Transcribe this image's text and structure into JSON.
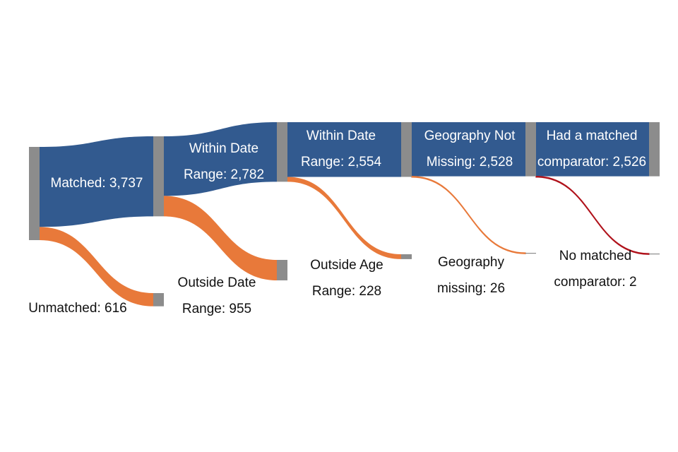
{
  "chart_data": {
    "type": "sankey",
    "title": "",
    "colors": {
      "node": "#8c8c8c",
      "retained_flow": "#325a8f",
      "excluded_flow": "#e8793a",
      "final_excluded_flow": "#b0121b"
    },
    "nodes": [
      {
        "id": "start",
        "label": "",
        "value": 4353
      },
      {
        "id": "matched",
        "label": "Matched: 3,737",
        "value": 3737
      },
      {
        "id": "unmatched",
        "label": "Unmatched: 616",
        "value": 616
      },
      {
        "id": "within_date",
        "label_lines": [
          "Within Date",
          "Range: 2,782"
        ],
        "value": 2782
      },
      {
        "id": "outside_date",
        "label_lines": [
          "Outside Date",
          "Range: 955"
        ],
        "value": 955
      },
      {
        "id": "within_age",
        "label_lines": [
          "Within Date",
          "Range: 2,554"
        ],
        "value": 2554
      },
      {
        "id": "outside_age",
        "label_lines": [
          "Outside Age",
          "Range: 228"
        ],
        "value": 228
      },
      {
        "id": "geo_not_missing",
        "label_lines": [
          "Geography Not",
          "Missing: 2,528"
        ],
        "value": 2528
      },
      {
        "id": "geo_missing",
        "label_lines": [
          "Geography",
          "missing: 26"
        ],
        "value": 26
      },
      {
        "id": "had_comparator",
        "label_lines": [
          "Had a matched",
          "comparator: 2,526"
        ],
        "value": 2526
      },
      {
        "id": "no_comparator",
        "label_lines": [
          "No matched",
          "comparator: 2"
        ],
        "value": 2
      }
    ],
    "links": [
      {
        "source": "start",
        "target": "matched",
        "value": 3737,
        "kind": "retained"
      },
      {
        "source": "start",
        "target": "unmatched",
        "value": 616,
        "kind": "excluded"
      },
      {
        "source": "matched",
        "target": "within_date",
        "value": 2782,
        "kind": "retained"
      },
      {
        "source": "matched",
        "target": "outside_date",
        "value": 955,
        "kind": "excluded"
      },
      {
        "source": "within_date",
        "target": "within_age",
        "value": 2554,
        "kind": "retained"
      },
      {
        "source": "within_date",
        "target": "outside_age",
        "value": 228,
        "kind": "excluded"
      },
      {
        "source": "within_age",
        "target": "geo_not_missing",
        "value": 2528,
        "kind": "retained"
      },
      {
        "source": "within_age",
        "target": "geo_missing",
        "value": 26,
        "kind": "excluded"
      },
      {
        "source": "geo_not_missing",
        "target": "had_comparator",
        "value": 2526,
        "kind": "retained"
      },
      {
        "source": "geo_not_missing",
        "target": "no_comparator",
        "value": 2,
        "kind": "final_excluded"
      }
    ]
  }
}
